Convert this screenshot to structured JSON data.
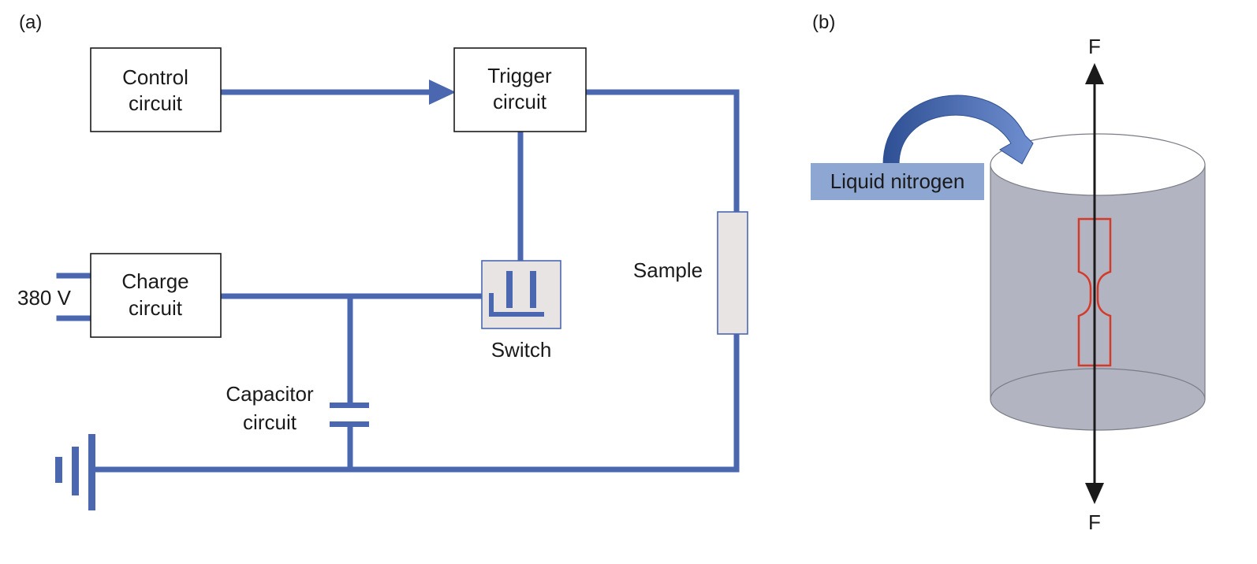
{
  "panel_a": {
    "tag": "(a)",
    "control_circuit": [
      "Control",
      "circuit"
    ],
    "trigger_circuit": [
      "Trigger",
      "circuit"
    ],
    "charge_circuit": [
      "Charge",
      "circuit"
    ],
    "voltage": "380 V",
    "switch": "Switch",
    "sample": "Sample",
    "capacitor_circuit": [
      "Capacitor",
      "circuit"
    ]
  },
  "panel_b": {
    "tag": "(b)",
    "liquid_nitrogen": "Liquid nitrogen",
    "force_top": "F",
    "force_bottom": "F"
  },
  "colors": {
    "wire": "#4a67b0",
    "cylinder_fill": "#b2b5c1",
    "specimen_outline": "#d43a2a",
    "label_box": "#8ea7d2"
  }
}
